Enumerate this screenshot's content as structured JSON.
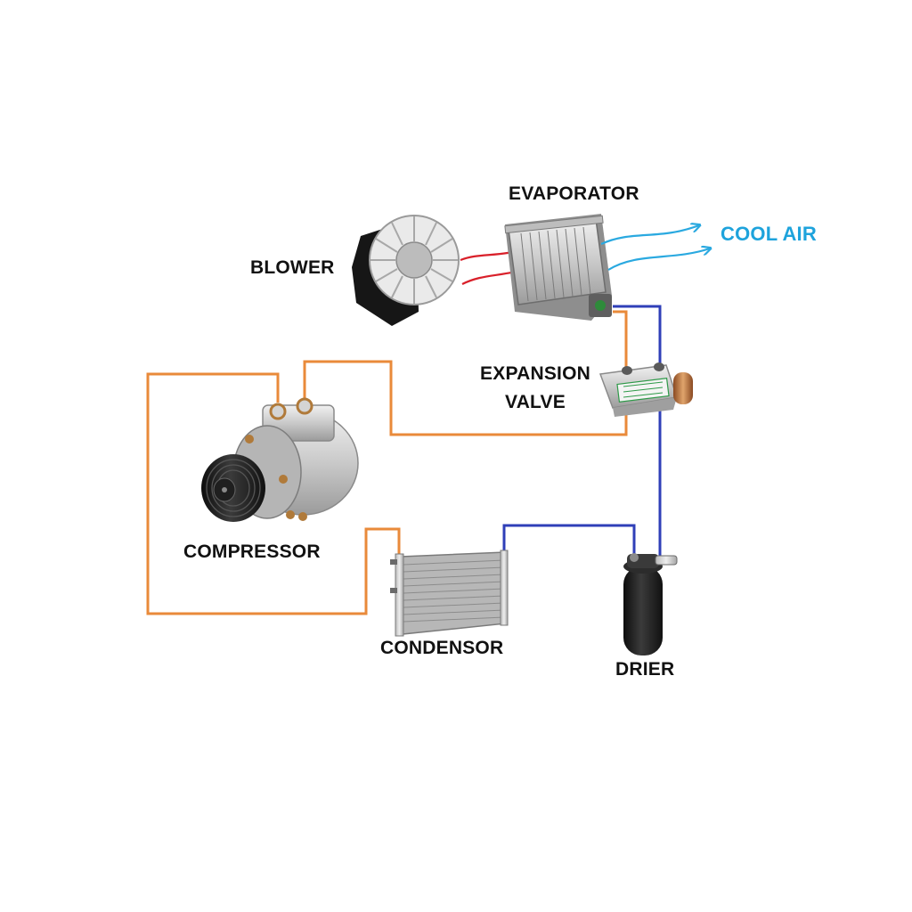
{
  "labels": {
    "evaporator": "EVAPORATOR",
    "blower": "BLOWER",
    "cool_air": "COOL AIR",
    "expansion_valve": [
      "EXPANSION",
      "VALVE"
    ],
    "compressor": "COMPRESSOR",
    "condensor": "CONDENSOR",
    "drier": "DRIER"
  },
  "colors": {
    "cool_air_text": "#1ea3dc",
    "cool_air_arrows": "#2aa9e0",
    "warm_air_arrows": "#d9202a",
    "high_side_line": "#e98a3a",
    "low_side_line": "#2f3fb8"
  },
  "icons": [
    "blower-fan-icon",
    "evaporator-core-icon",
    "expansion-valve-icon",
    "compressor-icon",
    "condenser-icon",
    "drier-icon"
  ]
}
